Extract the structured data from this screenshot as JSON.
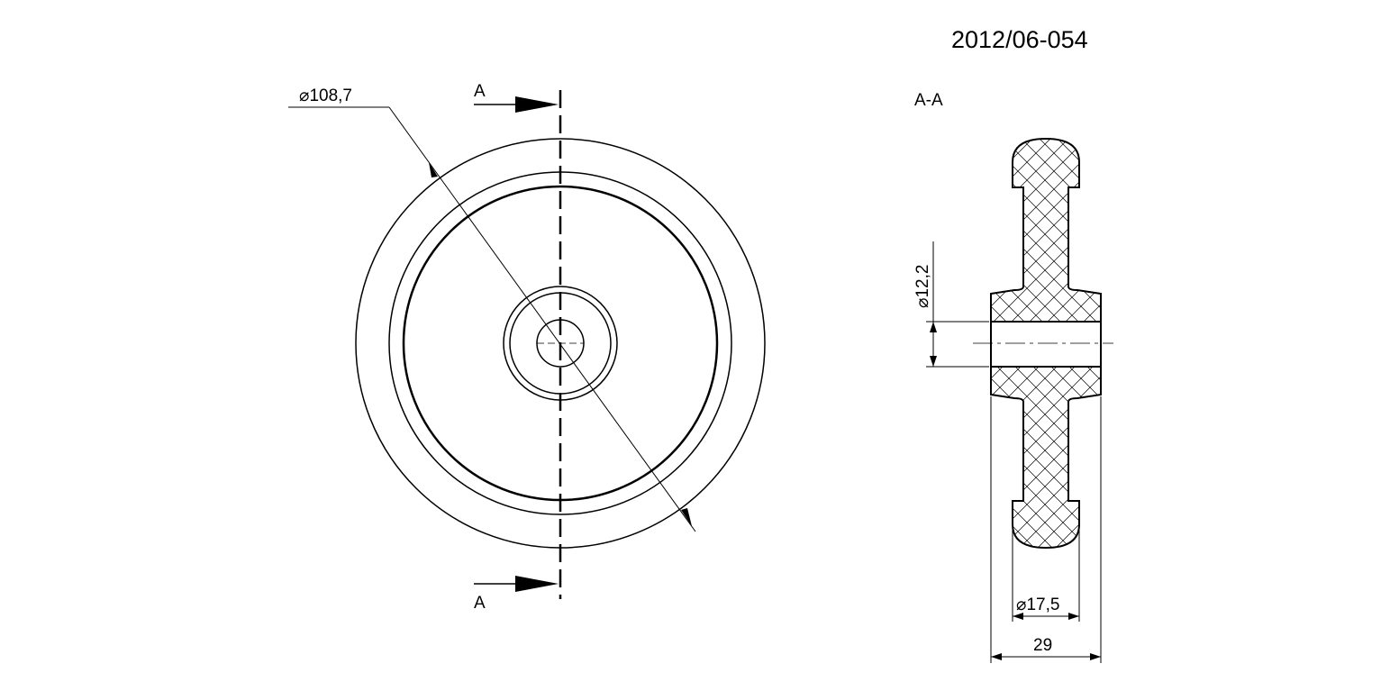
{
  "drawing": {
    "number": "2012/06-054",
    "section_marker": "A",
    "section_title": "A-A"
  },
  "dimensions": {
    "outer_diameter": "108,7",
    "bore_diameter": "12,2",
    "rim_width": "17,5",
    "hub_width": "29"
  },
  "symbols": {
    "diameter": "⌀"
  },
  "colors": {
    "line": "#000000",
    "background": "#ffffff"
  }
}
